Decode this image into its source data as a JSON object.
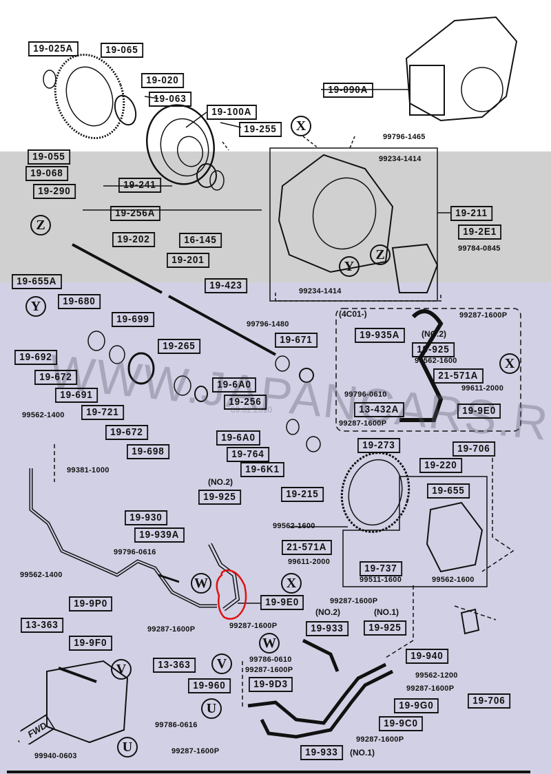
{
  "diagram": {
    "title": "Transmission / Oil Cooler Parts Diagram",
    "watermark": "WWW.JAPANCARS.RU",
    "watermark_date": "09.02.2010",
    "highlight_color": "#e01010",
    "highlighted_part": "19-9E0",
    "background_colors": {
      "top": "#ffffff",
      "middle": "#d0d0d0",
      "bottom": "#d2d0e4"
    },
    "part_labels": [
      "19-025A",
      "19-065",
      "19-020",
      "19-063",
      "19-100A",
      "19-255",
      "19-090A",
      "19-055",
      "19-068",
      "19-290",
      "19-241",
      "19-256A",
      "16-145",
      "19-211",
      "19-2E1",
      "19-202",
      "19-201",
      "19-655A",
      "19-423",
      "19-680",
      "19-699",
      "19-265",
      "19-671",
      "19-692",
      "19-672",
      "19-691",
      "19-6A0",
      "19-721",
      "19-256",
      "19-672",
      "19-698",
      "19-6A0",
      "19-764",
      "19-6K1",
      "19-935A",
      "19-925",
      "21-571A",
      "13-432A",
      "19-9E0",
      "19-273",
      "19-706",
      "19-220",
      "19-215",
      "19-655",
      "19-737",
      "19-925",
      "19-930",
      "19-939A",
      "21-571A",
      "19-9P0",
      "19-9E0",
      "13-363",
      "19-9F0",
      "13-363",
      "19-960",
      "19-933",
      "19-925",
      "19-940",
      "19-9D3",
      "19-9G0",
      "19-706",
      "19-9C0",
      "19-933"
    ],
    "part_numbers": [
      "99796-1465",
      "99234-1414",
      "99784-0845",
      "99234-1414",
      "99796-1480",
      "99287-1600P",
      "99562-1600",
      "99611-2000",
      "99796-0610",
      "99287-1600P",
      "99562-1400",
      "99381-1000",
      "99562-1600",
      "99796-0616",
      "99611-2000",
      "99511-1600",
      "99562-1600",
      "99562-1400",
      "99287-1600P",
      "99287-1600P",
      "99287-1600P",
      "99786-0610",
      "99287-1600P",
      "99562-1200",
      "99287-1600P",
      "99786-0616",
      "99940-0603",
      "99287-1600P",
      "99287-1600P"
    ],
    "notes": {
      "range": "(4C01-)",
      "no2": "(NO.2)",
      "no1": "(NO.1)",
      "fwd": "FWD"
    },
    "reference_markers": [
      "X",
      "Z",
      "Y",
      "W",
      "V",
      "U"
    ]
  }
}
